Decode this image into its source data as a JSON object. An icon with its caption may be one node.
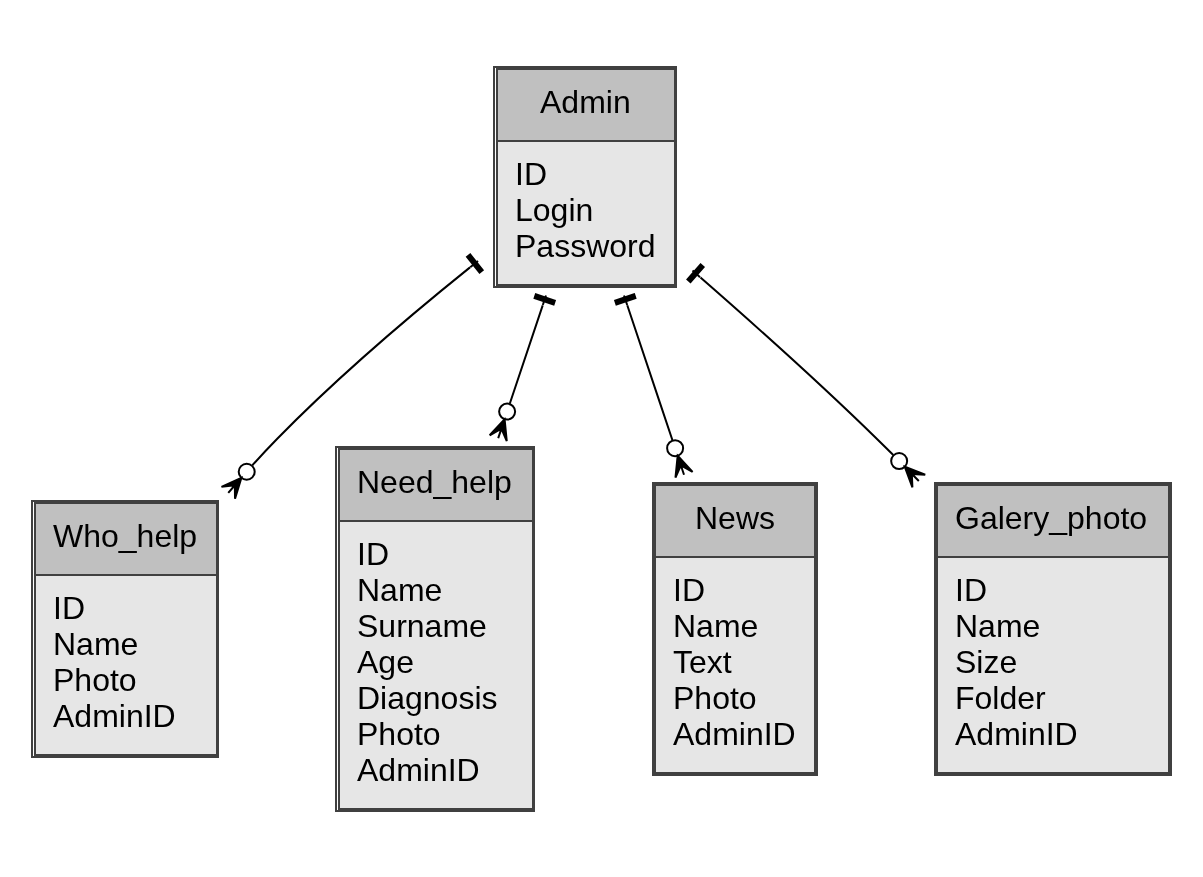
{
  "diagram": {
    "nodes": [
      {
        "text": [
          "Who_help",
          "ID",
          "Name",
          "Photo",
          "AdminID"
        ]
      },
      {
        "text": [
          "Need_help",
          "ID",
          "Name",
          "Surname",
          "Age",
          "Diagnosis",
          "Photo",
          "AdminID"
        ]
      },
      {
        "text": [
          "Admin",
          "ID",
          "Login",
          "Password"
        ]
      },
      {
        "text": [
          "News",
          "ID",
          "Name",
          "Text",
          "Photo",
          "AdminID"
        ]
      },
      {
        "text": [
          "Galery_photo",
          "ID",
          "Name",
          "Size",
          "Folder",
          "AdminID"
        ]
      }
    ],
    "edges": [
      {
        "from": 2,
        "to": 0,
        "arrow": "other"
      },
      {
        "from": 2,
        "to": 1,
        "arrow": "other"
      },
      {
        "from": 2,
        "to": 3,
        "arrow": "other"
      },
      {
        "from": 2,
        "to": 4,
        "arrow": "other"
      }
    ]
  }
}
